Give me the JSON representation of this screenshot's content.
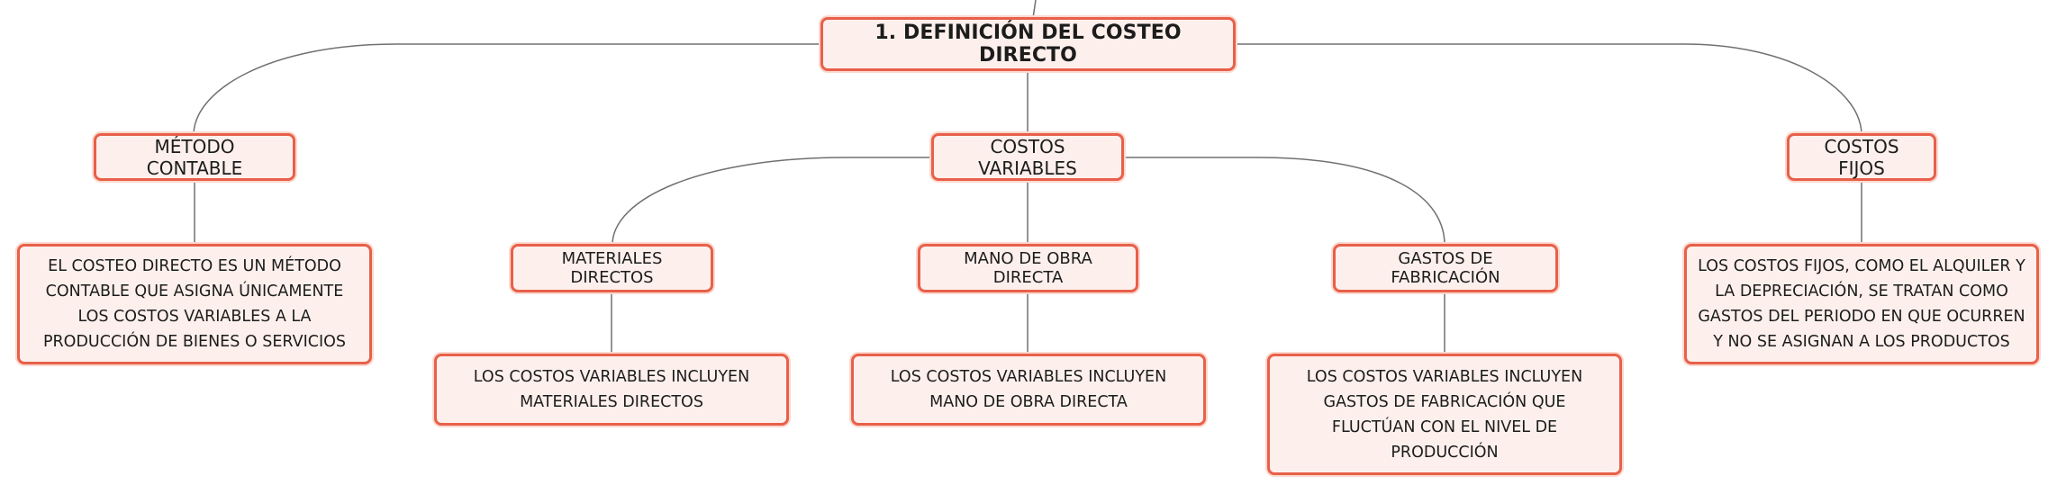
{
  "root": {
    "label": "1. DEFINICIÓN DEL COSTEO DIRECTO"
  },
  "branches": {
    "metodo": {
      "label": "MÉTODO CONTABLE",
      "detail": "EL COSTEO DIRECTO ES UN MÉTODO CONTABLE QUE ASIGNA ÚNICAMENTE LOS COSTOS VARIABLES A LA PRODUCCIÓN DE BIENES O SERVICIOS"
    },
    "variables": {
      "label": "COSTOS VARIABLES",
      "children": {
        "materiales": {
          "label": "MATERIALES DIRECTOS",
          "detail": "LOS COSTOS VARIABLES INCLUYEN MATERIALES DIRECTOS"
        },
        "mano_obra": {
          "label": "MANO DE OBRA DIRECTA",
          "detail": "LOS COSTOS VARIABLES INCLUYEN MANO DE OBRA DIRECTA"
        },
        "gastos": {
          "label": "GASTOS DE FABRICACIÓN",
          "detail": "LOS COSTOS VARIABLES INCLUYEN GASTOS DE FABRICACIÓN QUE FLUCTÚAN CON EL NIVEL DE PRODUCCIÓN"
        }
      }
    },
    "fijos": {
      "label": "COSTOS FIJOS",
      "detail": "LOS COSTOS FIJOS, COMO EL ALQUILER Y LA DEPRECIACIÓN, SE TRATAN COMO GASTOS DEL PERIODO EN QUE OCURREN Y NO SE ASIGNAN A LOS PRODUCTOS"
    }
  },
  "colors": {
    "node_border": "#e8604a",
    "node_fill": "#fdf0ec",
    "connector": "#707070"
  }
}
